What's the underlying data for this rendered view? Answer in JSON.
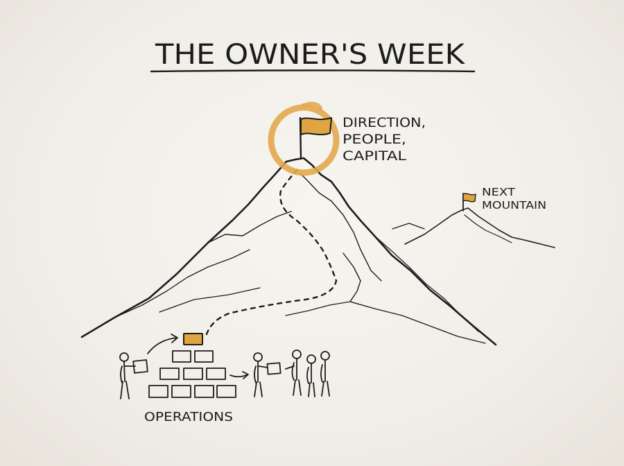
{
  "title": "THE OWNER'S WEEK",
  "labels": {
    "summit": [
      "DIRECTION,",
      "PEOPLE,",
      "CAPITAL"
    ],
    "next_mountain": [
      "NEXT",
      "MOUNTAIN"
    ],
    "base": "OPERATIONS"
  },
  "colors": {
    "ink": "#1c1c1c",
    "highlight": "#e2a64a",
    "flag": "#e0a540",
    "paper": "#f2efe9"
  }
}
